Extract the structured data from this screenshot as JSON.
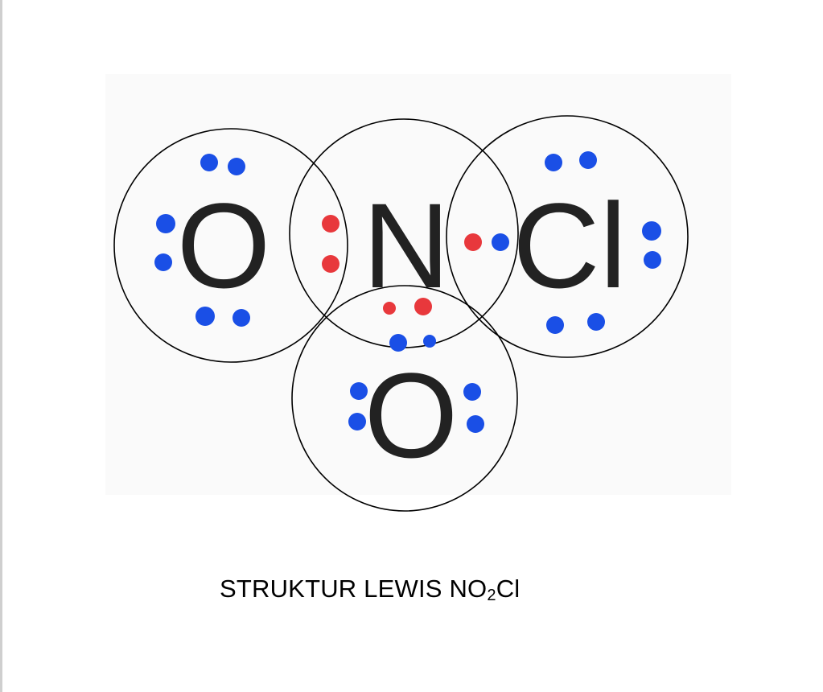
{
  "colors": {
    "lone_pair_electron": "#1a4fe6",
    "nitrogen_electron": "#e8383c",
    "atom_symbol": "#222222",
    "shell_outline": "#000000"
  },
  "atoms": {
    "oxygen_left": "O",
    "nitrogen": "N",
    "chlorine": "Cl",
    "oxygen_bottom": "O"
  },
  "caption": {
    "main": "STRUKTUR LEWIS NO",
    "subscript": "2",
    "tail": "Cl"
  }
}
